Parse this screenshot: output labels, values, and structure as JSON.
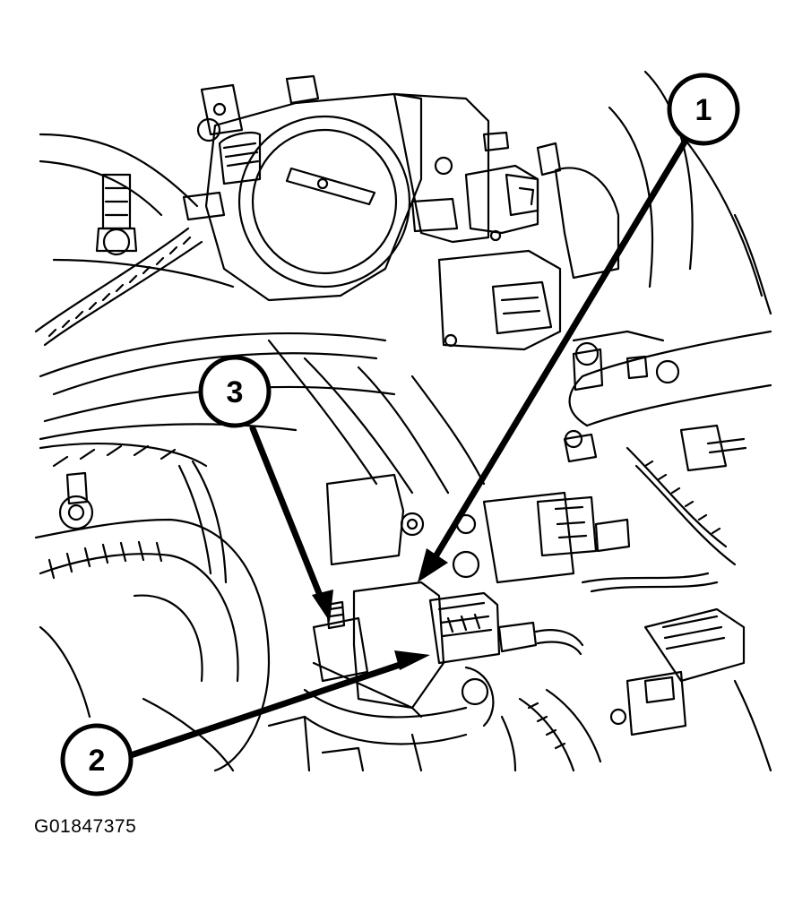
{
  "figure": {
    "id": "G01847375"
  },
  "callouts": [
    {
      "label": "1"
    },
    {
      "label": "2"
    },
    {
      "label": "3"
    }
  ],
  "colors": {
    "ink": "#000000",
    "paper": "#ffffff"
  }
}
